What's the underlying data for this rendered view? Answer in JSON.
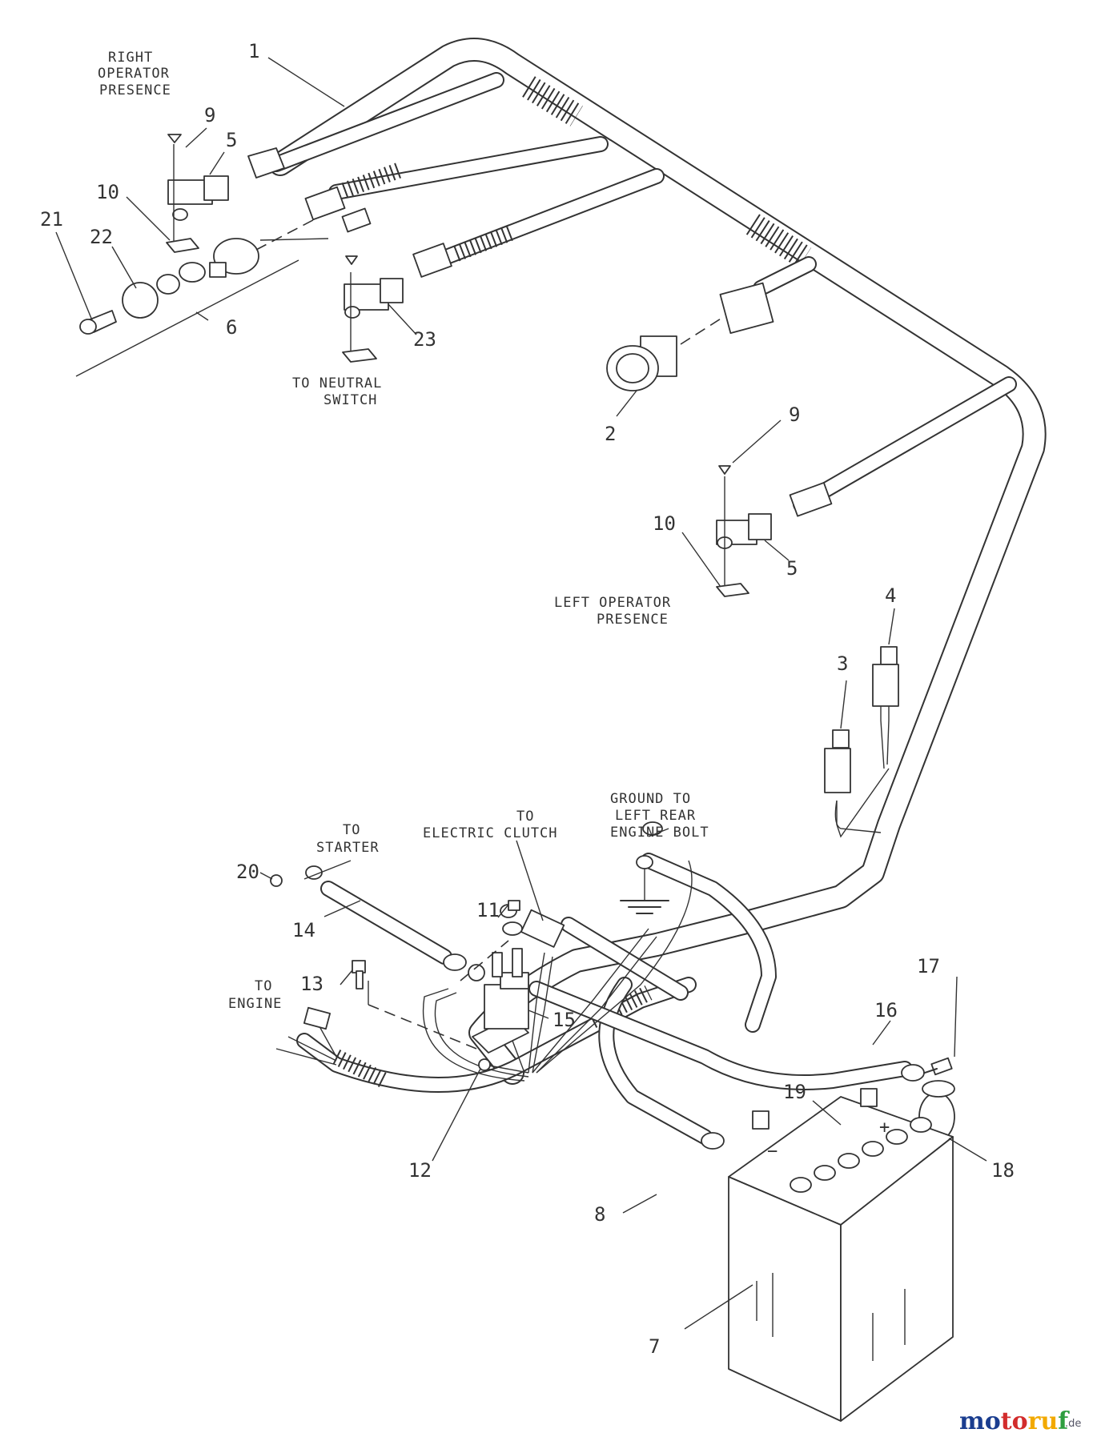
{
  "labels": {
    "right_presence": [
      "RIGHT",
      "OPERATOR",
      "PRESENCE"
    ],
    "neutral": [
      "TO NEUTRAL",
      "SWITCH"
    ],
    "left_presence": [
      "LEFT OPERATOR",
      "PRESENCE"
    ],
    "ground": [
      "GROUND TO",
      "LEFT REAR",
      "ENGINE BOLT"
    ],
    "clutch": [
      "TO",
      "ELECTRIC CLUTCH"
    ],
    "starter": [
      "TO",
      "STARTER"
    ],
    "engine": [
      "TO",
      "ENGINE"
    ]
  },
  "callouts": {
    "c1": "1",
    "c9a": "9",
    "c5a": "5",
    "c10a": "10",
    "c21": "21",
    "c22": "22",
    "c6": "6",
    "c23": "23",
    "c2": "2",
    "c9b": "9",
    "c10b": "10",
    "c5b": "5",
    "c4": "4",
    "c3": "3",
    "c20": "20",
    "c14": "14",
    "c11": "11",
    "c13": "13",
    "c15": "15",
    "c12": "12",
    "c17": "17",
    "c16": "16",
    "c19": "19",
    "c18": "18",
    "c8": "8",
    "c7": "7"
  },
  "battery_terminals": {
    "plus": "+",
    "minus": "−"
  },
  "watermark": {
    "name": "motoruf",
    "tld": ".de",
    "colors": [
      "#1a3d8f",
      "#d22c2c",
      "#f2a900",
      "#2e9e3f"
    ]
  }
}
